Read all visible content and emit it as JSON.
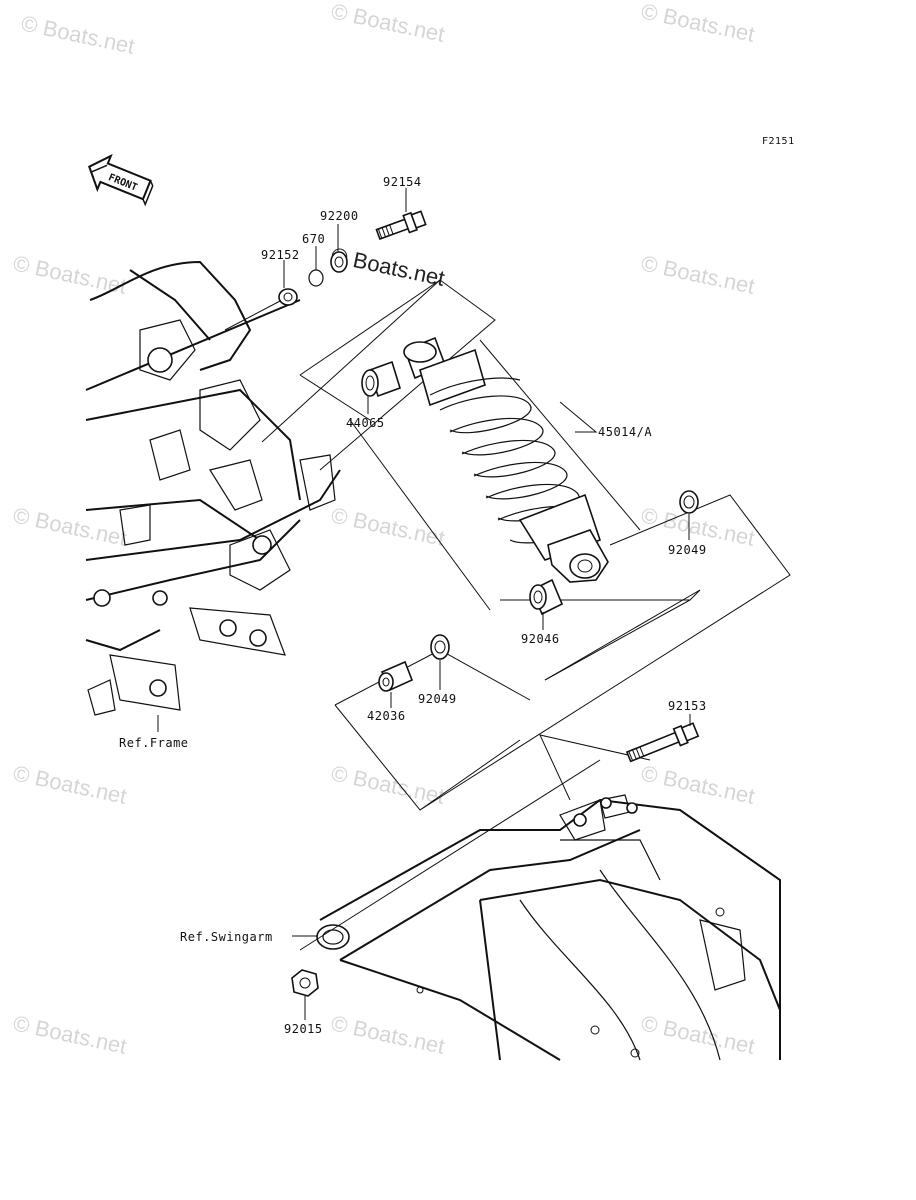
{
  "figure_code": "F2151",
  "front_label": "FRONT",
  "watermark": "© Boats.net",
  "parts": {
    "p92154": "92154",
    "p92200": "92200",
    "p670": "670",
    "p92152": "92152",
    "p44065": "44065",
    "p45014": "45014/A",
    "p92049_right": "92049",
    "p92046": "92046",
    "p92049_left": "92049",
    "p42036": "42036",
    "p92153": "92153",
    "p92015": "92015"
  },
  "refs": {
    "frame": "Ref.Frame",
    "swingarm": "Ref.Swingarm"
  }
}
